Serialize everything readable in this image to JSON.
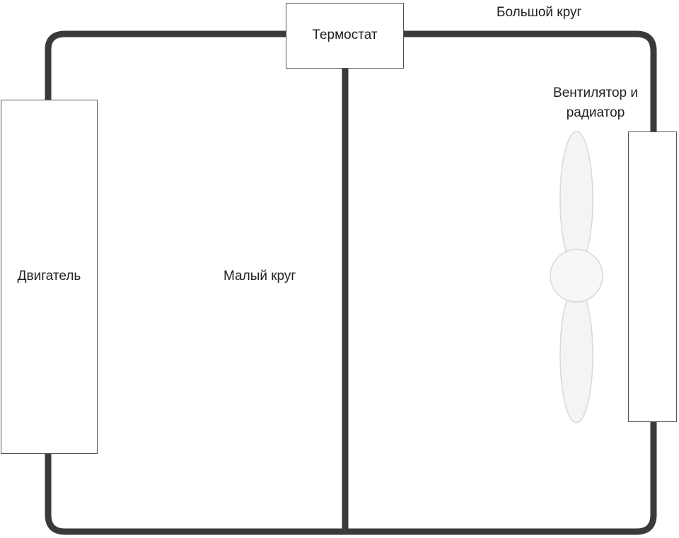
{
  "diagram": {
    "engine_label": "Двигатель",
    "thermostat_label": "Термостат",
    "small_loop_label": "Малый круг",
    "big_loop_label": "Большой круг",
    "radiator_label": "Вентилятор и радиатор"
  },
  "colors": {
    "pipe": "#3a3a3a",
    "box_border": "#555555",
    "fan": "#f4f4f4",
    "fan_border": "#d8d8d8"
  },
  "icons": {
    "fan": "fan-icon"
  }
}
